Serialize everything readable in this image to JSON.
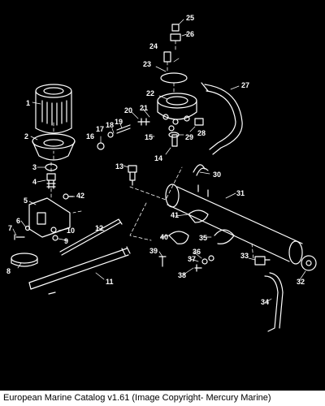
{
  "diagram": {
    "callouts": [
      "1",
      "2",
      "3",
      "4",
      "5",
      "6",
      "7",
      "8",
      "9",
      "10",
      "11",
      "12",
      "13",
      "14",
      "15",
      "16",
      "17",
      "18",
      "19",
      "20",
      "21",
      "22",
      "23",
      "24",
      "25",
      "26",
      "27",
      "28",
      "29",
      "30",
      "31",
      "32",
      "33",
      "34",
      "35",
      "36",
      "37",
      "38",
      "39",
      "40",
      "41",
      "42"
    ]
  },
  "footer": {
    "caption": "European Marine Catalog v1.61 (Image Copyright- Mercury Marine)"
  }
}
